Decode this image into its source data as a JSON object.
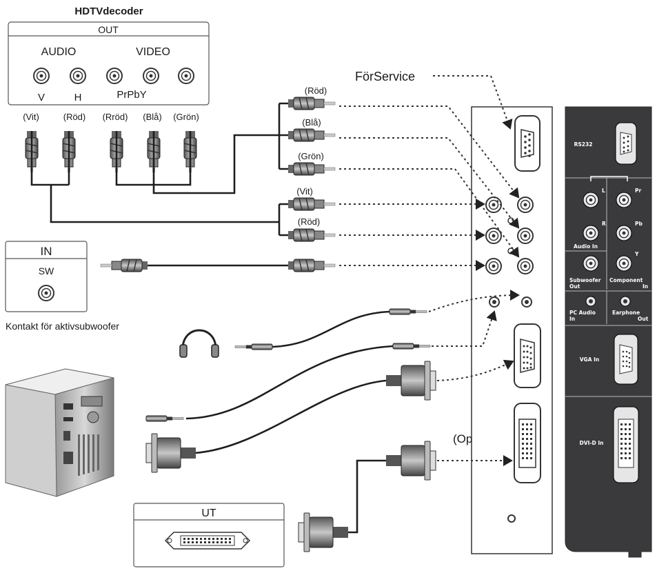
{
  "decoder": {
    "title": "HDTVdecoder",
    "out_header": "OUT",
    "audio_label": "AUDIO",
    "video_label": "VIDEO",
    "jack_v": "V",
    "jack_h": "H",
    "jack_prpby": "PrPbY"
  },
  "plug_labels": {
    "vit": "(Vit)",
    "rod": "(Röd)",
    "rrod": "(Rröd)",
    "bla": "(Blå)",
    "gron": "(Grön)"
  },
  "cable_labels": {
    "rod_top": "(Röd)",
    "bla": "(Blå)",
    "gron": "(Grön)",
    "vit": "(Vit)",
    "rod_mid": "(Röd)"
  },
  "service_label": "FörService",
  "subwoofer": {
    "in_header": "IN",
    "sw_label": "SW",
    "caption": "Kontakt för aktivsubwoofer"
  },
  "option_label": "(Option)",
  "dvi_out": {
    "header": "UT"
  },
  "panel": {
    "rs232": "RS232",
    "l": "L",
    "pr": "Pr",
    "r": "R",
    "pb": "Pb",
    "y": "Y",
    "audio_in": "Audio In",
    "subwoofer_out_1": "Subwoofer",
    "subwoofer_out_2": "Out",
    "component_in_1": "Component",
    "component_in_2": "In",
    "pc_audio_1": "PC Audio",
    "pc_audio_2": "In",
    "earphone_1": "Earphone",
    "earphone_2": "Out",
    "vga_in": "VGA In",
    "dvi_in": "DVI-D In"
  }
}
